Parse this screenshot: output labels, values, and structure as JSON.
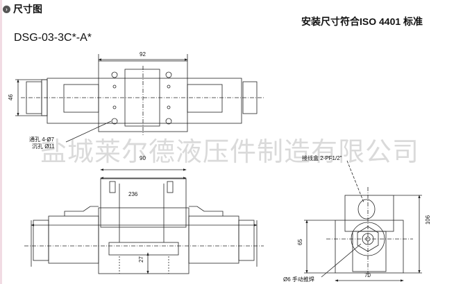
{
  "header": {
    "title": "尺寸图",
    "standard": "安装尺寸符合ISO 4401 标准"
  },
  "model": "DSG-03-3C*-A*",
  "watermark": "盐城莱尔德液压件制造有限公司",
  "top_view": {
    "dim_width": "92",
    "dim_height": "46",
    "note_through_hole": "通孔 4-Ø7",
    "note_counterbore": "沉孔  Ø11"
  },
  "front_view": {
    "dim_top": "90",
    "dim_overall": "236",
    "dim_bottom": "27"
  },
  "side_view": {
    "note_junction_box": "接线盒 2-PF1/2\"",
    "note_manual": "Ø6 手动推焊",
    "dim_height": "106",
    "dim_body": "65",
    "dim_width": "70"
  }
}
